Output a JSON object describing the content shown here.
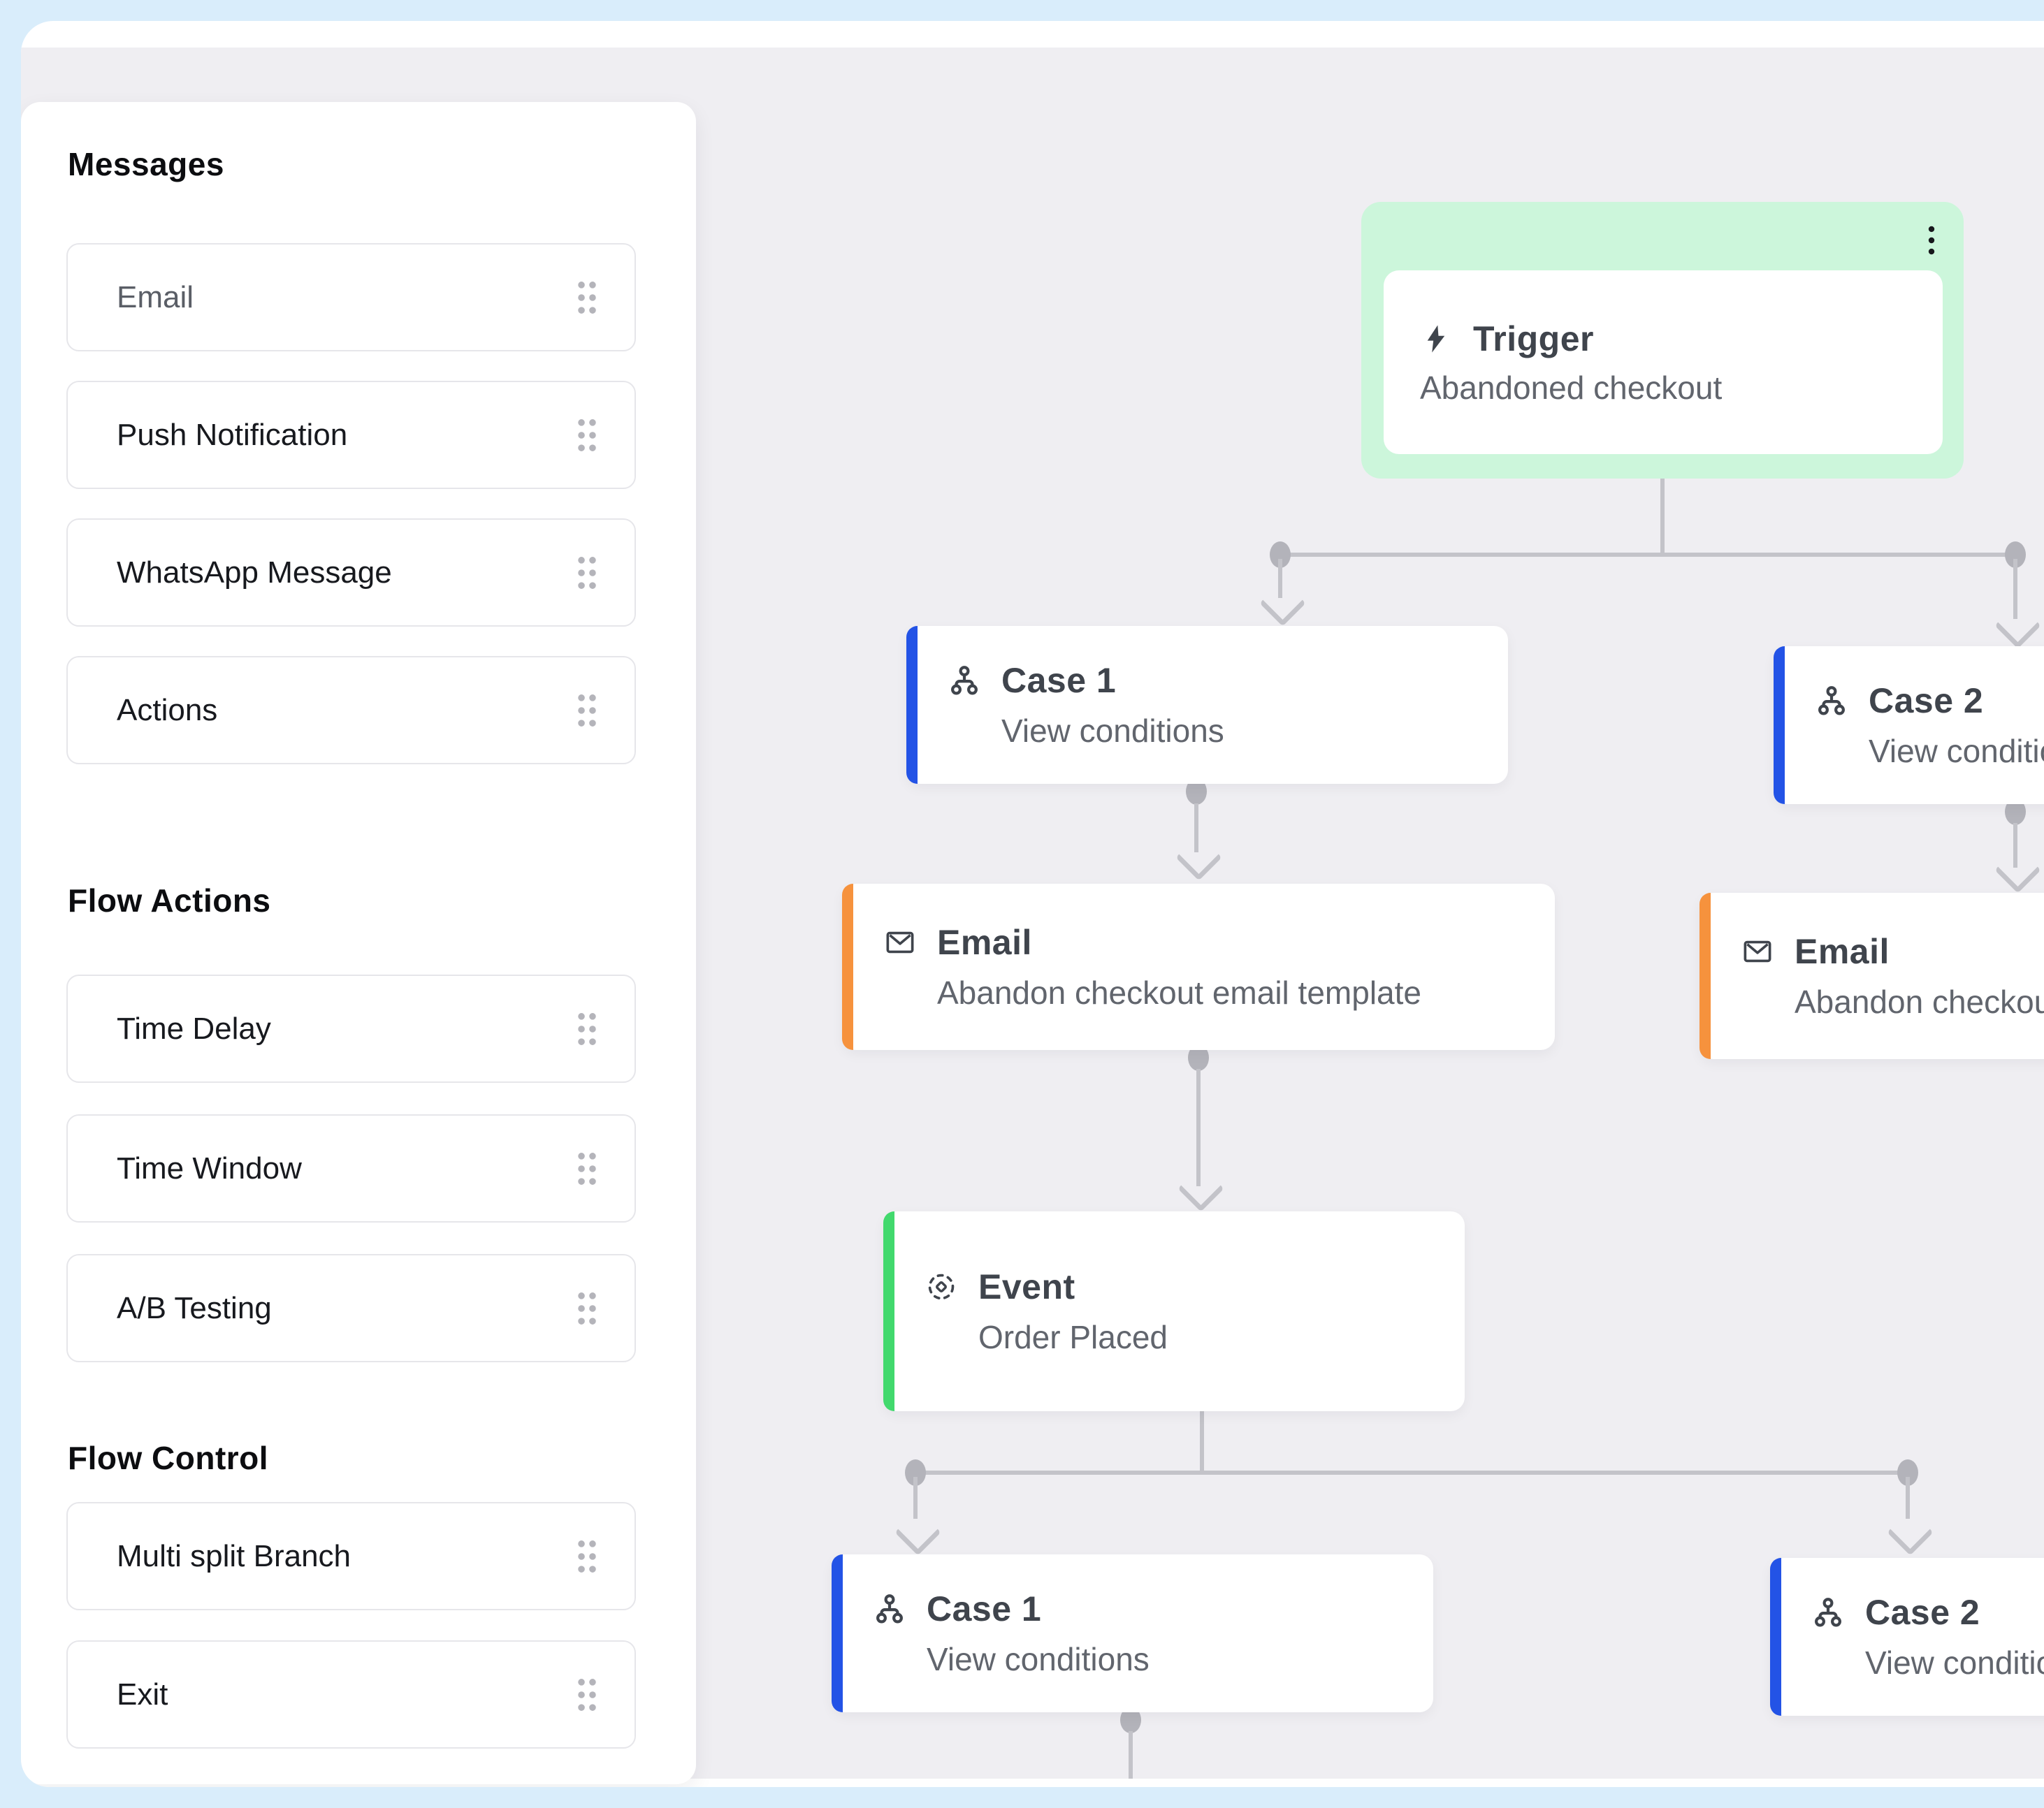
{
  "colors": {
    "frame-bg": "#d9edfb",
    "topbar-bg": "#ffffff",
    "canvas-bg": "#efeef2",
    "sidebar-bg": "#ffffff",
    "card-border": "#e6e6ea",
    "trigger-bg": "#ccf6db",
    "accent-blue": "#2353e6",
    "accent-orange": "#f6923d",
    "accent-green": "#42d96d",
    "node-title": "#3f444c",
    "node-subtitle": "#61656d",
    "connector": "#c3c3c9",
    "connector-dot": "#b3b3ba"
  },
  "icons": {
    "trigger": "lightning-icon",
    "case": "split-branch-icon",
    "email": "mail-icon",
    "event": "event-icon",
    "menu": "kebab-menu-icon",
    "drag": "drag-handle-icon"
  },
  "sidebar": {
    "sections": [
      {
        "title": "Messages",
        "items": [
          {
            "label": "Email"
          },
          {
            "label": "Push Notification"
          },
          {
            "label": "WhatsApp Message"
          },
          {
            "label": "Actions"
          }
        ]
      },
      {
        "title": "Flow Actions",
        "items": [
          {
            "label": "Time Delay"
          },
          {
            "label": "Time Window"
          },
          {
            "label": "A/B Testing"
          }
        ]
      },
      {
        "title": "Flow Control",
        "items": [
          {
            "label": "Multi split Branch"
          },
          {
            "label": "Exit"
          }
        ]
      }
    ]
  },
  "flow": {
    "trigger": {
      "title": "Trigger",
      "subtitle": "Abandoned checkout"
    },
    "case1_top": {
      "title": "Case 1",
      "subtitle": "View conditions"
    },
    "case2_top": {
      "title": "Case 2",
      "subtitle": "View conditions"
    },
    "email_left": {
      "title": "Email",
      "subtitle": "Abandon checkout email template"
    },
    "email_right": {
      "title": "Email",
      "subtitle": "Abandon checkout email template"
    },
    "event": {
      "title": "Event",
      "subtitle": "Order Placed"
    },
    "case1_bottom": {
      "title": "Case 1",
      "subtitle": "View conditions"
    },
    "case2_bottom": {
      "title": "Case 2",
      "subtitle": "View conditions"
    }
  }
}
